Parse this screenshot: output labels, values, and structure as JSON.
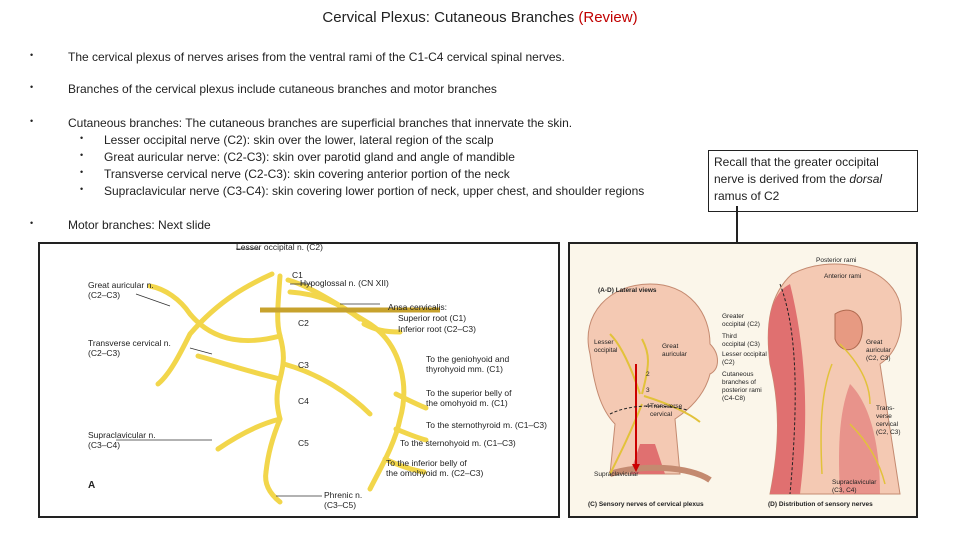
{
  "title": {
    "main": "Cervical Plexus: Cutaneous Branches ",
    "accent": "(Review)"
  },
  "bullets": [
    "The cervical plexus of nerves arises from the ventral rami of the C1-C4 cervical spinal nerves.",
    "Branches of the cervical plexus include cutaneous branches and motor branches",
    "Cutaneous branches: The cutaneous branches are superficial branches that innervate the skin.",
    "Motor branches: Next slide"
  ],
  "sub_bullets": [
    "Lesser occipital nerve (C2): skin over the lower, lateral region of the scalp",
    "Great auricular nerve: (C2-C3): skin over parotid gland and angle of mandible",
    "Transverse cervical nerve (C2-C3): skin covering anterior portion of the neck",
    "Supraclavicular nerve (C3-C4): skin covering lower portion of neck, upper chest, and shoulder regions"
  ],
  "callout": {
    "before": "Recall that the greater occipital nerve is derived from the ",
    "emph": "dorsal",
    "after": " ramus of C2"
  },
  "figure_a": {
    "letter": "A",
    "labels": {
      "lesser_occipital": "Lesser occipital n. (C2)",
      "great_auricular_1": "Great auricular n.",
      "great_auricular_2": "(C2–C3)",
      "transverse_1": "Transverse cervical n.",
      "transverse_2": "(C2–C3)",
      "supraclavicular_1": "Supraclavicular n.",
      "supraclavicular_2": "(C3–C4)",
      "phrenic_1": "Phrenic n.",
      "phrenic_2": "(C3–C5)",
      "hypoglossal": "Hypoglossal n. (CN XII)",
      "ansa": "Ansa cervicalis:",
      "superior_root": "Superior root (C1)",
      "inferior_root": "Inferior root (C2–C3)",
      "geniohyoid_1": "To the geniohyoid and",
      "geniohyoid_2": "thyrohyoid mm. (C1)",
      "omohyoid_sup_1": "To the superior belly of",
      "omohyoid_sup_2": "the omohyoid m. (C1)",
      "sternothyroid": "To the sternothyroid m. (C1–C3)",
      "sternohyoid": "To the sternohyoid m. (C1–C3)",
      "omohyoid_inf_1": "To the inferior belly of",
      "omohyoid_inf_2": "the omohyoid m. (C2–C3)",
      "c1": "C1",
      "c2": "C2",
      "c3": "C3",
      "c4": "C4",
      "c5": "C5"
    }
  },
  "figure_c": {
    "views": "(A-D) Lateral views",
    "caption_c": "(C) Sensory nerves of cervical plexus",
    "caption_d": "(D) Distribution of sensory nerves",
    "labels": {
      "lesser_occipital_1": "Lesser",
      "lesser_occipital_2": "occipital",
      "great_auricular_1": "Great",
      "great_auricular_2": "auricular",
      "transverse_1": "Transverse",
      "transverse_2": "cervical",
      "supraclavicular": "Supraclavicular",
      "posterior_rami": "Posterior rami",
      "anterior_rami": "Anterior rami",
      "greater_occ_1": "Greater",
      "greater_occ_2": "occipital (C2)",
      "third_occ_1": "Third",
      "third_occ_2": "occipital (C3)",
      "lesser_occ_1": "Lesser occipital",
      "lesser_occ_2": "(C2)",
      "cutaneous_1": "Cutaneous",
      "cutaneous_2": "branches of",
      "cutaneous_3": "posterior rami",
      "cutaneous_4": "(C4-C8)",
      "d_great_1": "Great",
      "d_great_2": "auricular",
      "d_great_3": "(C2, C3)",
      "d_trans_1": "Trans-",
      "d_trans_2": "verse",
      "d_trans_3": "cervical",
      "d_trans_4": "(C2, C3)",
      "d_supra_1": "Supraclavicular",
      "d_supra_2": "(C3, C4)",
      "n2": "2",
      "n3": "3",
      "n4": "4"
    }
  },
  "colors": {
    "accent": "#c00000",
    "nerve": "#f2d64b",
    "skin": "#f4c9b3",
    "muscle": "#e07070"
  }
}
